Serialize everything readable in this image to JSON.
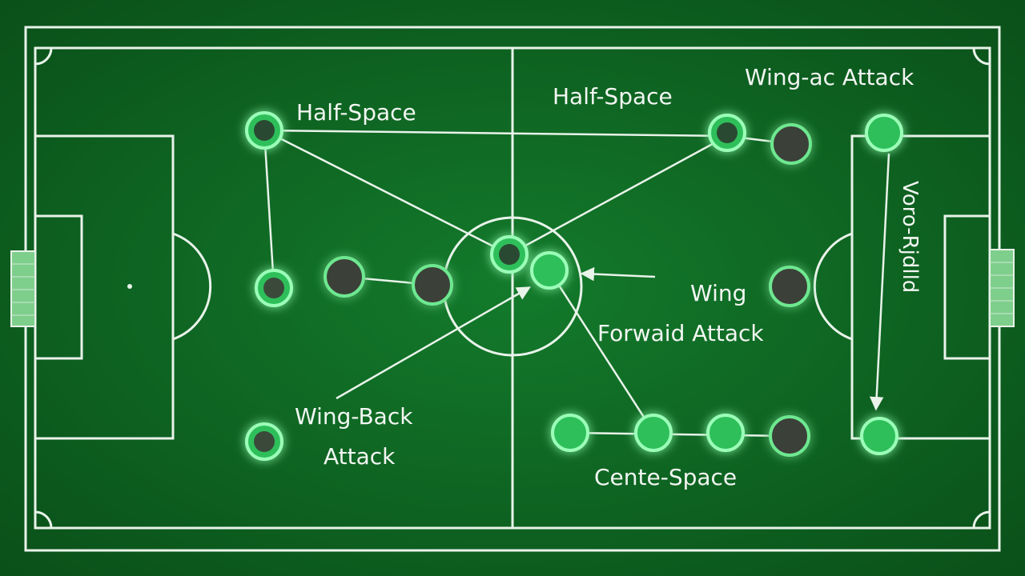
{
  "labels": {
    "half_space_left": "Half-Space",
    "half_space_right": "Half-Space",
    "wing_back_attack_top_right": "Wing-ac  Attack",
    "wing": "Wing",
    "forward_attack": "Forwaid Attack",
    "wing_back_line1": "Wing-Back",
    "wing_back_line2": "Attack",
    "centre_space": "Cente-Space",
    "vertical_side_text": "Voro-Rjdlld"
  },
  "colors": {
    "pitch": "#0c5f1f",
    "lines": "#e9f3ea",
    "player_light": "#2fbf5a",
    "player_dark": "#3a4038",
    "glow": "#5cff8a"
  }
}
